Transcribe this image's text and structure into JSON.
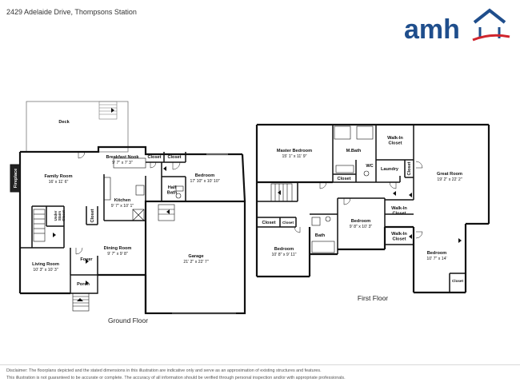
{
  "header": {
    "address": "2429 Adelaide Drive, Thompsons Station"
  },
  "brand": {
    "name": "amh",
    "color_blue": "#1f4e8c",
    "color_red": "#d0252d"
  },
  "ground_floor": {
    "label": "Ground Floor",
    "rooms": {
      "deck": {
        "name": "Deck"
      },
      "breakfast_nook": {
        "name": "Breakfast Nook",
        "dim": "9' 7\" x 7' 3\""
      },
      "closet_a": {
        "name": "Closet"
      },
      "closet_b": {
        "name": "Closet"
      },
      "fireplace": {
        "name": "Fireplace"
      },
      "family_room": {
        "name": "Family Room",
        "dim": "16' x 11' 6\""
      },
      "bedroom": {
        "name": "Bedroom",
        "dim": "17' 10\" x 10' 10\""
      },
      "half_bath": {
        "name": "Half Bath"
      },
      "kitchen": {
        "name": "Kitchen",
        "dim": "9' 7\" x 10' 1\""
      },
      "under_stairs_closet": {
        "name": "Under Stairs Closet"
      },
      "closet_c": {
        "name": "Closet"
      },
      "dining_room": {
        "name": "Dining Room",
        "dim": "9' 7\" x 9' 8\""
      },
      "garage": {
        "name": "Garage",
        "dim": "21' 2\" x 22' 7\""
      },
      "foyer": {
        "name": "Foyer"
      },
      "living_room": {
        "name": "Living Room",
        "dim": "10' 3\" x 10' 3\""
      },
      "porch": {
        "name": "Porch"
      }
    }
  },
  "first_floor": {
    "label": "First Floor",
    "rooms": {
      "master_bedroom": {
        "name": "Master Bedroom",
        "dim": "15' 1\" x 11' 9\""
      },
      "m_bath": {
        "name": "M.Bath"
      },
      "walkin_closet_1": {
        "name": "Walk-In Closet"
      },
      "wc": {
        "name": "WC"
      },
      "laundry": {
        "name": "Laundry"
      },
      "closet_d": {
        "name": "Closet"
      },
      "closet_e": {
        "name": "Closet"
      },
      "great_room": {
        "name": "Great Room",
        "dim": "19' 2\" x 22' 2\""
      },
      "walkin_closet_2": {
        "name": "Walk-In Closet"
      },
      "bedroom_center": {
        "name": "Bedroom",
        "dim": "9' 8\" x 10' 3\""
      },
      "closet_f": {
        "name": "Closet"
      },
      "closet_g": {
        "name": "Closet"
      },
      "bath": {
        "name": "Bath"
      },
      "walkin_closet_3": {
        "name": "Walk-In Closet"
      },
      "bedroom_left": {
        "name": "Bedroom",
        "dim": "10' 8\" x 9' 11\""
      },
      "bedroom_right": {
        "name": "Bedroom",
        "dim": "10' 7\" x 14'"
      },
      "closet_h": {
        "name": "Closet"
      }
    }
  },
  "disclaimer": {
    "line1": "Disclaimer: The floorplans depicted and the stated dimensions in this illustration are indicative only and serve as an approximation of existing structures and features.",
    "line2": "This illustration is not guaranteed to be accurate or complete. The accuracy of all information should be verified through personal inspection and/or with appropriate professionals."
  }
}
